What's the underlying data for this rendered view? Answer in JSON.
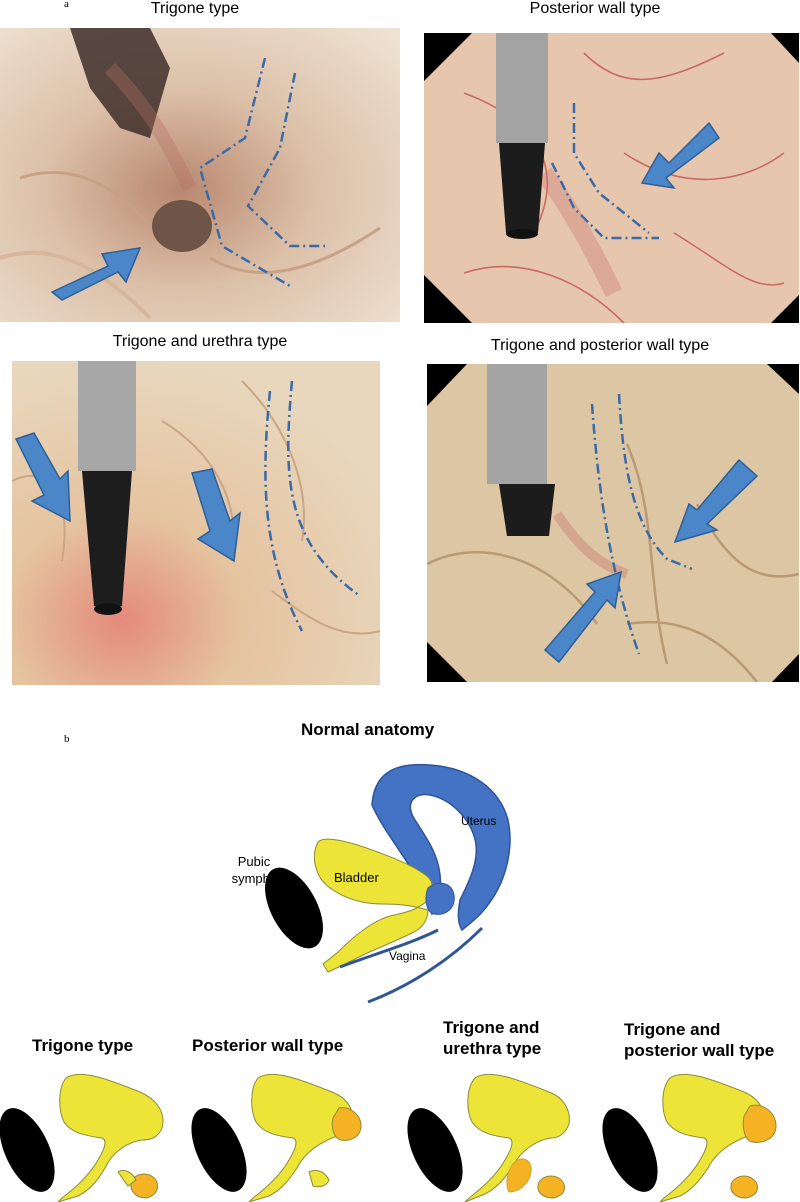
{
  "panel_a": {
    "letter": "a",
    "images": [
      {
        "title": "Trigone type"
      },
      {
        "title": "Posterior wall type"
      },
      {
        "title": "Trigone and urethra type"
      },
      {
        "title": "Trigone and posterior wall type"
      }
    ]
  },
  "panel_b": {
    "letter": "b",
    "title": "Normal anatomy",
    "labels": {
      "pubic_symphysis_line1": "Pubic",
      "pubic_symphysis_line2": "symphy",
      "bladder": "Bladder",
      "uterus": "Uterus",
      "vagina": "Vagina"
    },
    "types": [
      {
        "line1": "Trigone type",
        "line2": ""
      },
      {
        "line1": "Posterior wall type",
        "line2": ""
      },
      {
        "line1": "Trigone and",
        "line2": "urethra type"
      },
      {
        "line1": "Trigone and",
        "line2": "posterior wall type"
      }
    ]
  },
  "colors": {
    "bladder": "#ece537",
    "uterus": "#4472c4",
    "vagina_line": "#2f5597",
    "bone": "#000000",
    "highlight": "#f5b324",
    "arrow": "#4a86c8",
    "dash": "#3a6aa8"
  }
}
